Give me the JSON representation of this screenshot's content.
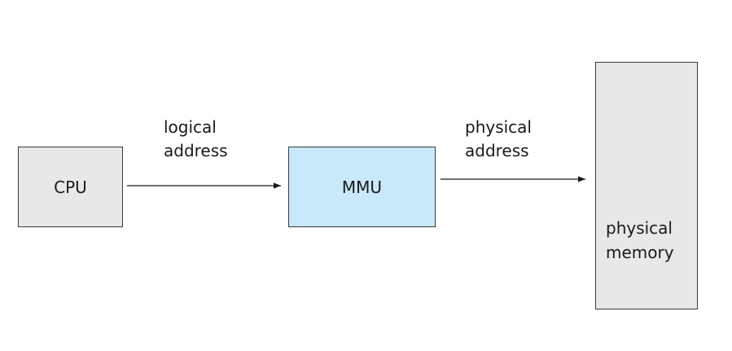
{
  "nodes": {
    "cpu": {
      "label": "CPU",
      "fill": "#e8e8e8"
    },
    "mmu": {
      "label": "MMU",
      "fill": "#c9e8fa"
    },
    "memory": {
      "label_line1": "physical",
      "label_line2": "memory",
      "fill": "#e8e8e8"
    }
  },
  "edges": {
    "cpu_to_mmu": {
      "label_line1": "logical",
      "label_line2": "address"
    },
    "mmu_to_memory": {
      "label_line1": "physical",
      "label_line2": "address"
    }
  }
}
